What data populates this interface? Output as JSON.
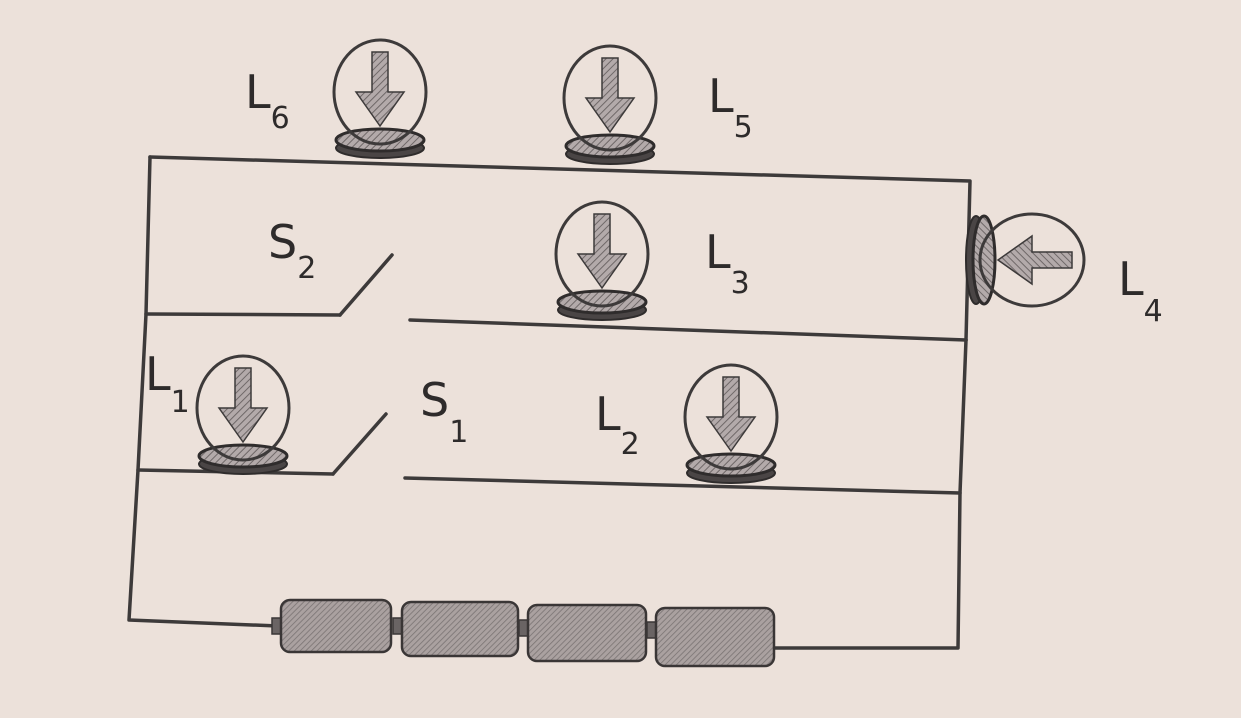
{
  "labels": {
    "L1": {
      "main": "L",
      "sub": "1"
    },
    "L2": {
      "main": "L",
      "sub": "2"
    },
    "L3": {
      "main": "L",
      "sub": "3"
    },
    "L4": {
      "main": "L",
      "sub": "4"
    },
    "L5": {
      "main": "L",
      "sub": "5"
    },
    "L6": {
      "main": "L",
      "sub": "6"
    },
    "S1": {
      "main": "S",
      "sub": "1"
    },
    "S2": {
      "main": "S",
      "sub": "2"
    }
  },
  "components": {
    "bulbs": [
      "L1",
      "L2",
      "L3",
      "L4",
      "L5",
      "L6"
    ],
    "switches": [
      "S1",
      "S2"
    ],
    "battery_cells": 4
  },
  "colors": {
    "background": "#ece1da",
    "ink": "#3d3a3a"
  }
}
